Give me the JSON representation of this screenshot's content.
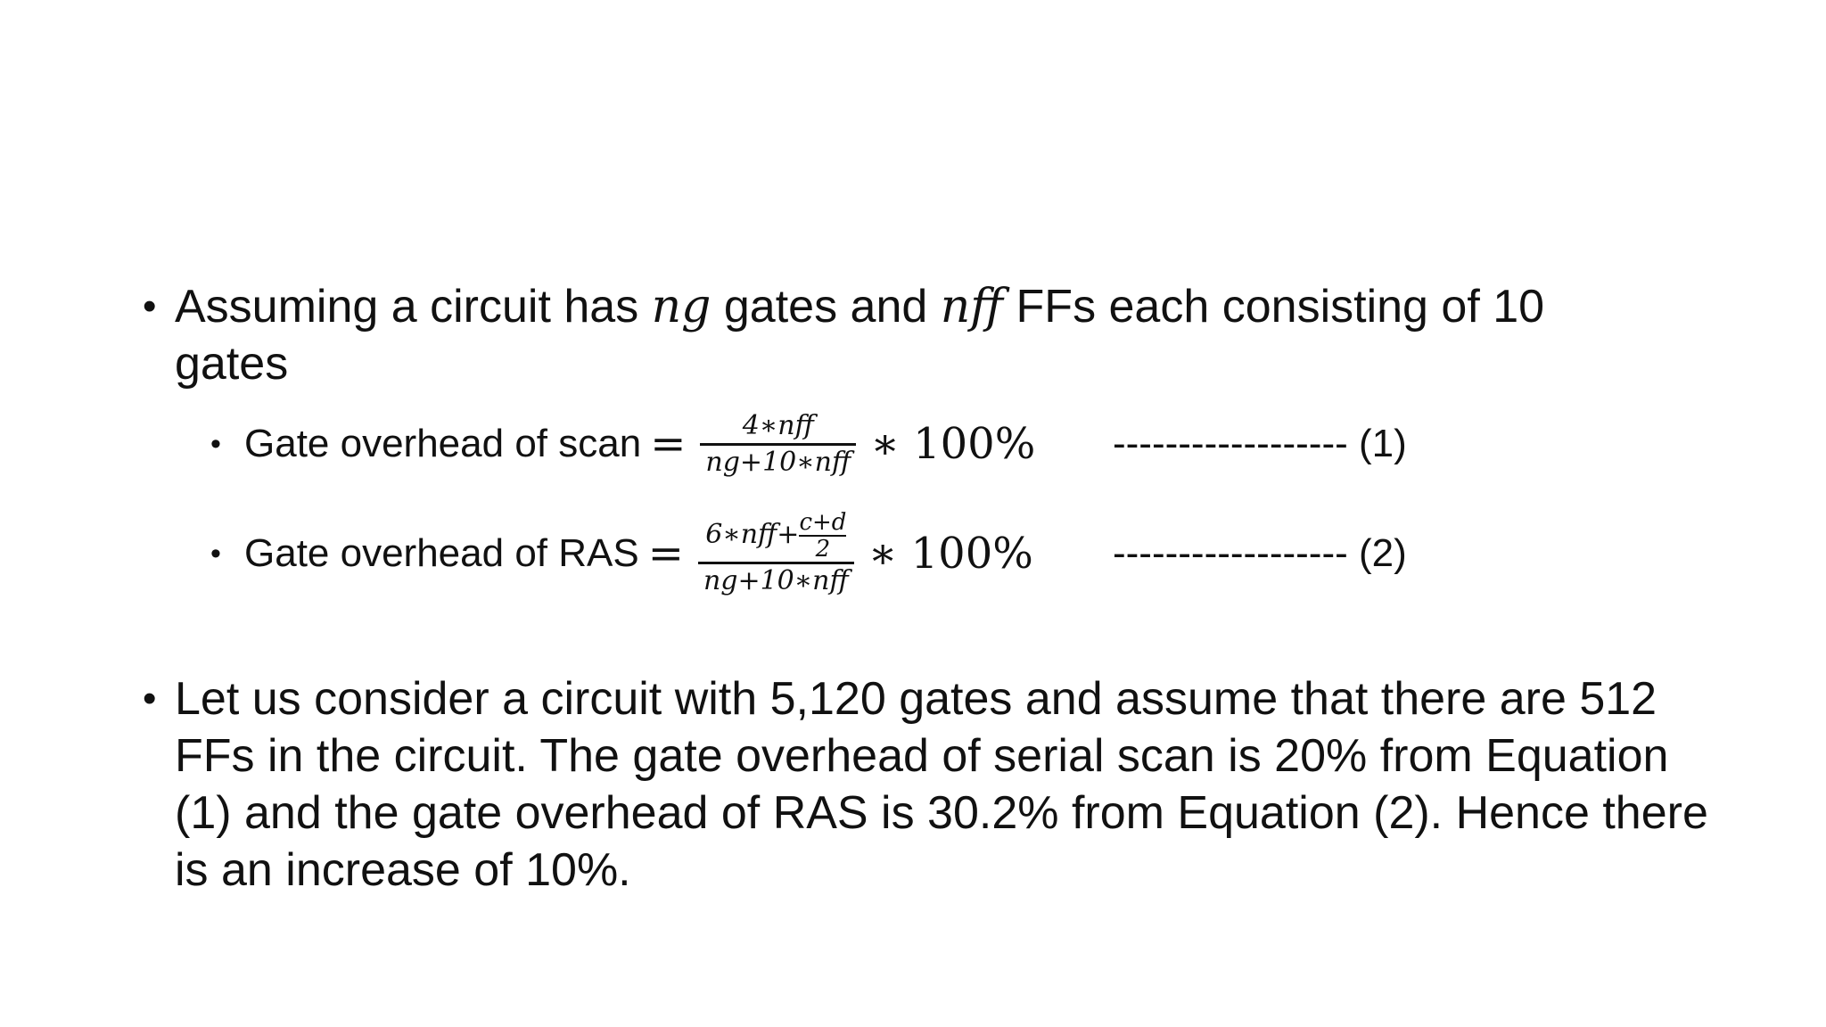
{
  "bullets": {
    "first": {
      "text_a": "Assuming a circuit has ",
      "var_ng": "ng",
      "text_b": " gates and ",
      "var_nff": "nff",
      "text_c": " FFs each consisting of 10 gates"
    },
    "sub1": {
      "label": "Gate overhead of scan",
      "equals": "=",
      "numerator": "4∗nff",
      "denominator": "ng+10∗nff",
      "multiplier": "∗ 100%",
      "dashes": "------------------ (1)"
    },
    "sub2": {
      "label": "Gate overhead of RAS",
      "equals": "=",
      "numerator_a": "6∗nff+",
      "inner_numerator": "c+d",
      "inner_denominator": "2",
      "denominator": "ng+10∗nff",
      "multiplier": "∗ 100%",
      "dashes": "------------------ (2)"
    },
    "second": {
      "text": "Let us consider a circuit with 5,120 gates and assume that there are 512 FFs in the circuit. The gate overhead of serial scan is 20% from Equation (1) and the gate overhead of RAS is 30.2% from Equation (2). Hence there is an increase of 10%."
    },
    "bullet_glyph": "•"
  }
}
